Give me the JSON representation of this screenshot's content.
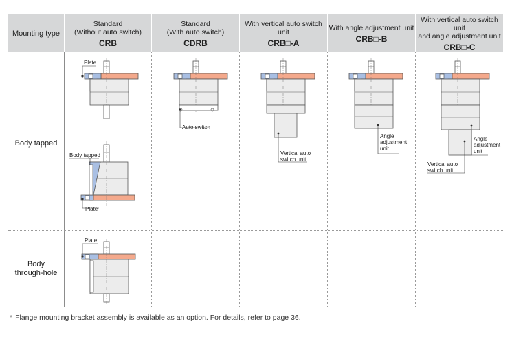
{
  "header": {
    "mounting_type": "Mounting type",
    "columns": [
      {
        "line1": "Standard",
        "line2": "(Without auto switch)",
        "model": "CRB"
      },
      {
        "line1": "Standard",
        "line2": "(With auto switch)",
        "model": "CDRB"
      },
      {
        "line1": "With vertical auto switch unit",
        "line2": "",
        "model": "CRB□-A"
      },
      {
        "line1": "With angle adjustment unit",
        "line2": "",
        "model": "CRB□-B"
      },
      {
        "line1": "With vertical auto switch unit",
        "line2": "and angle adjustment unit",
        "model": "CRB□-C"
      }
    ]
  },
  "rows": [
    {
      "label_line1": "Body tapped",
      "label_line2": ""
    },
    {
      "label_line1": "Body",
      "label_line2": "through-hole"
    }
  ],
  "callouts": {
    "plate": "Plate",
    "body_tapped": "Body tapped",
    "auto_switch": "Auto switch",
    "vertical_line1": "Vertical auto",
    "vertical_line2": "switch unit",
    "angle_line1": "Angle",
    "angle_line2": "adjustment",
    "angle_line3": "unit"
  },
  "footnote": {
    "mark": "*",
    "text": "Flange mounting bracket assembly is available as an option. For details, refer to page 36."
  },
  "colors": {
    "header_bg": "#d6d7d8",
    "flange_orange": "#f4a98c",
    "bracket_blue": "#a9bfe3",
    "body_gray": "#ececec"
  }
}
